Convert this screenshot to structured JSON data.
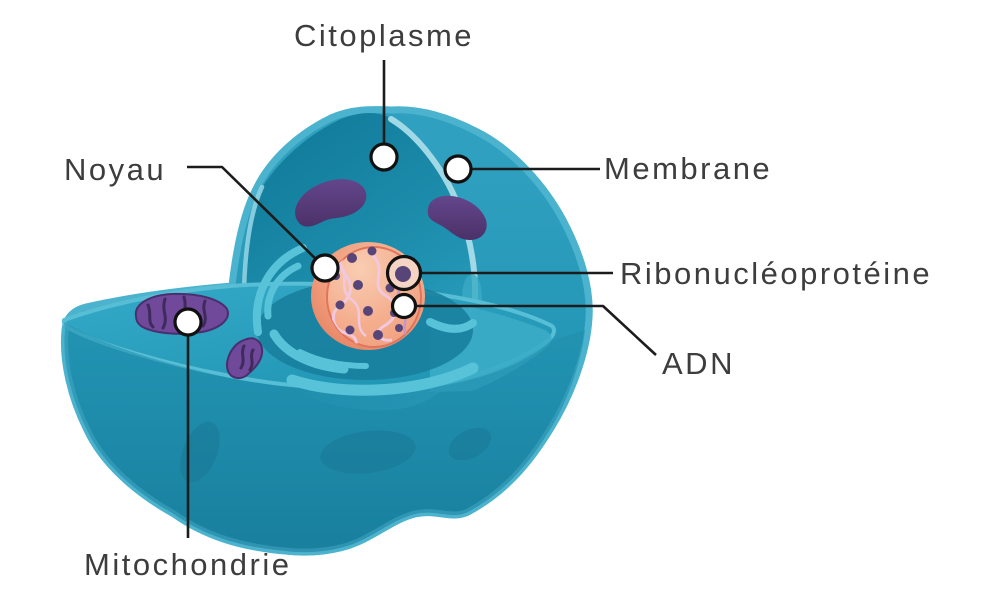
{
  "figure": {
    "kind": "animal-cell-cutaway-diagram",
    "language": "fr",
    "background": "#ffffff"
  },
  "labels": {
    "cytoplasm": "Citoplasme",
    "membrane": "Membrane",
    "nucleus": "Noyau",
    "ribonucleoprotein": "Ribonucléoprotéine",
    "dna": "ADN",
    "mitochondrion": "Mitochondrie"
  },
  "colors": {
    "text": "#3d3d3d",
    "leader_line": "#1c1c1c",
    "marker_stroke": "#111111",
    "marker_fill": "#ffffff",
    "magnifier_fill": "#f6d4c3",
    "cell_rim": "#4bb3ce",
    "cell_body_top": "#2fa0bf",
    "cell_body_bottom": "#1b85a4",
    "cavity_dark": "#117a99",
    "rim_highlight": "#a9dce9",
    "bowl_surface": "#2ba2c1",
    "er_membrane": "#58c3d8",
    "er_shadow": "#1a7f9e",
    "nucleus_outer": "#ec8f6f",
    "nucleus_face": "#f4ae8e",
    "chromatin_light": "#f2c8df",
    "chromatin_deep": "#c795c6",
    "ribonucleoprotein_dot": "#574579",
    "organelle_purple": "#5c3f7e",
    "mitochondrion_body": "#70499a",
    "mitochondrion_cristae": "#3f2a5e"
  }
}
